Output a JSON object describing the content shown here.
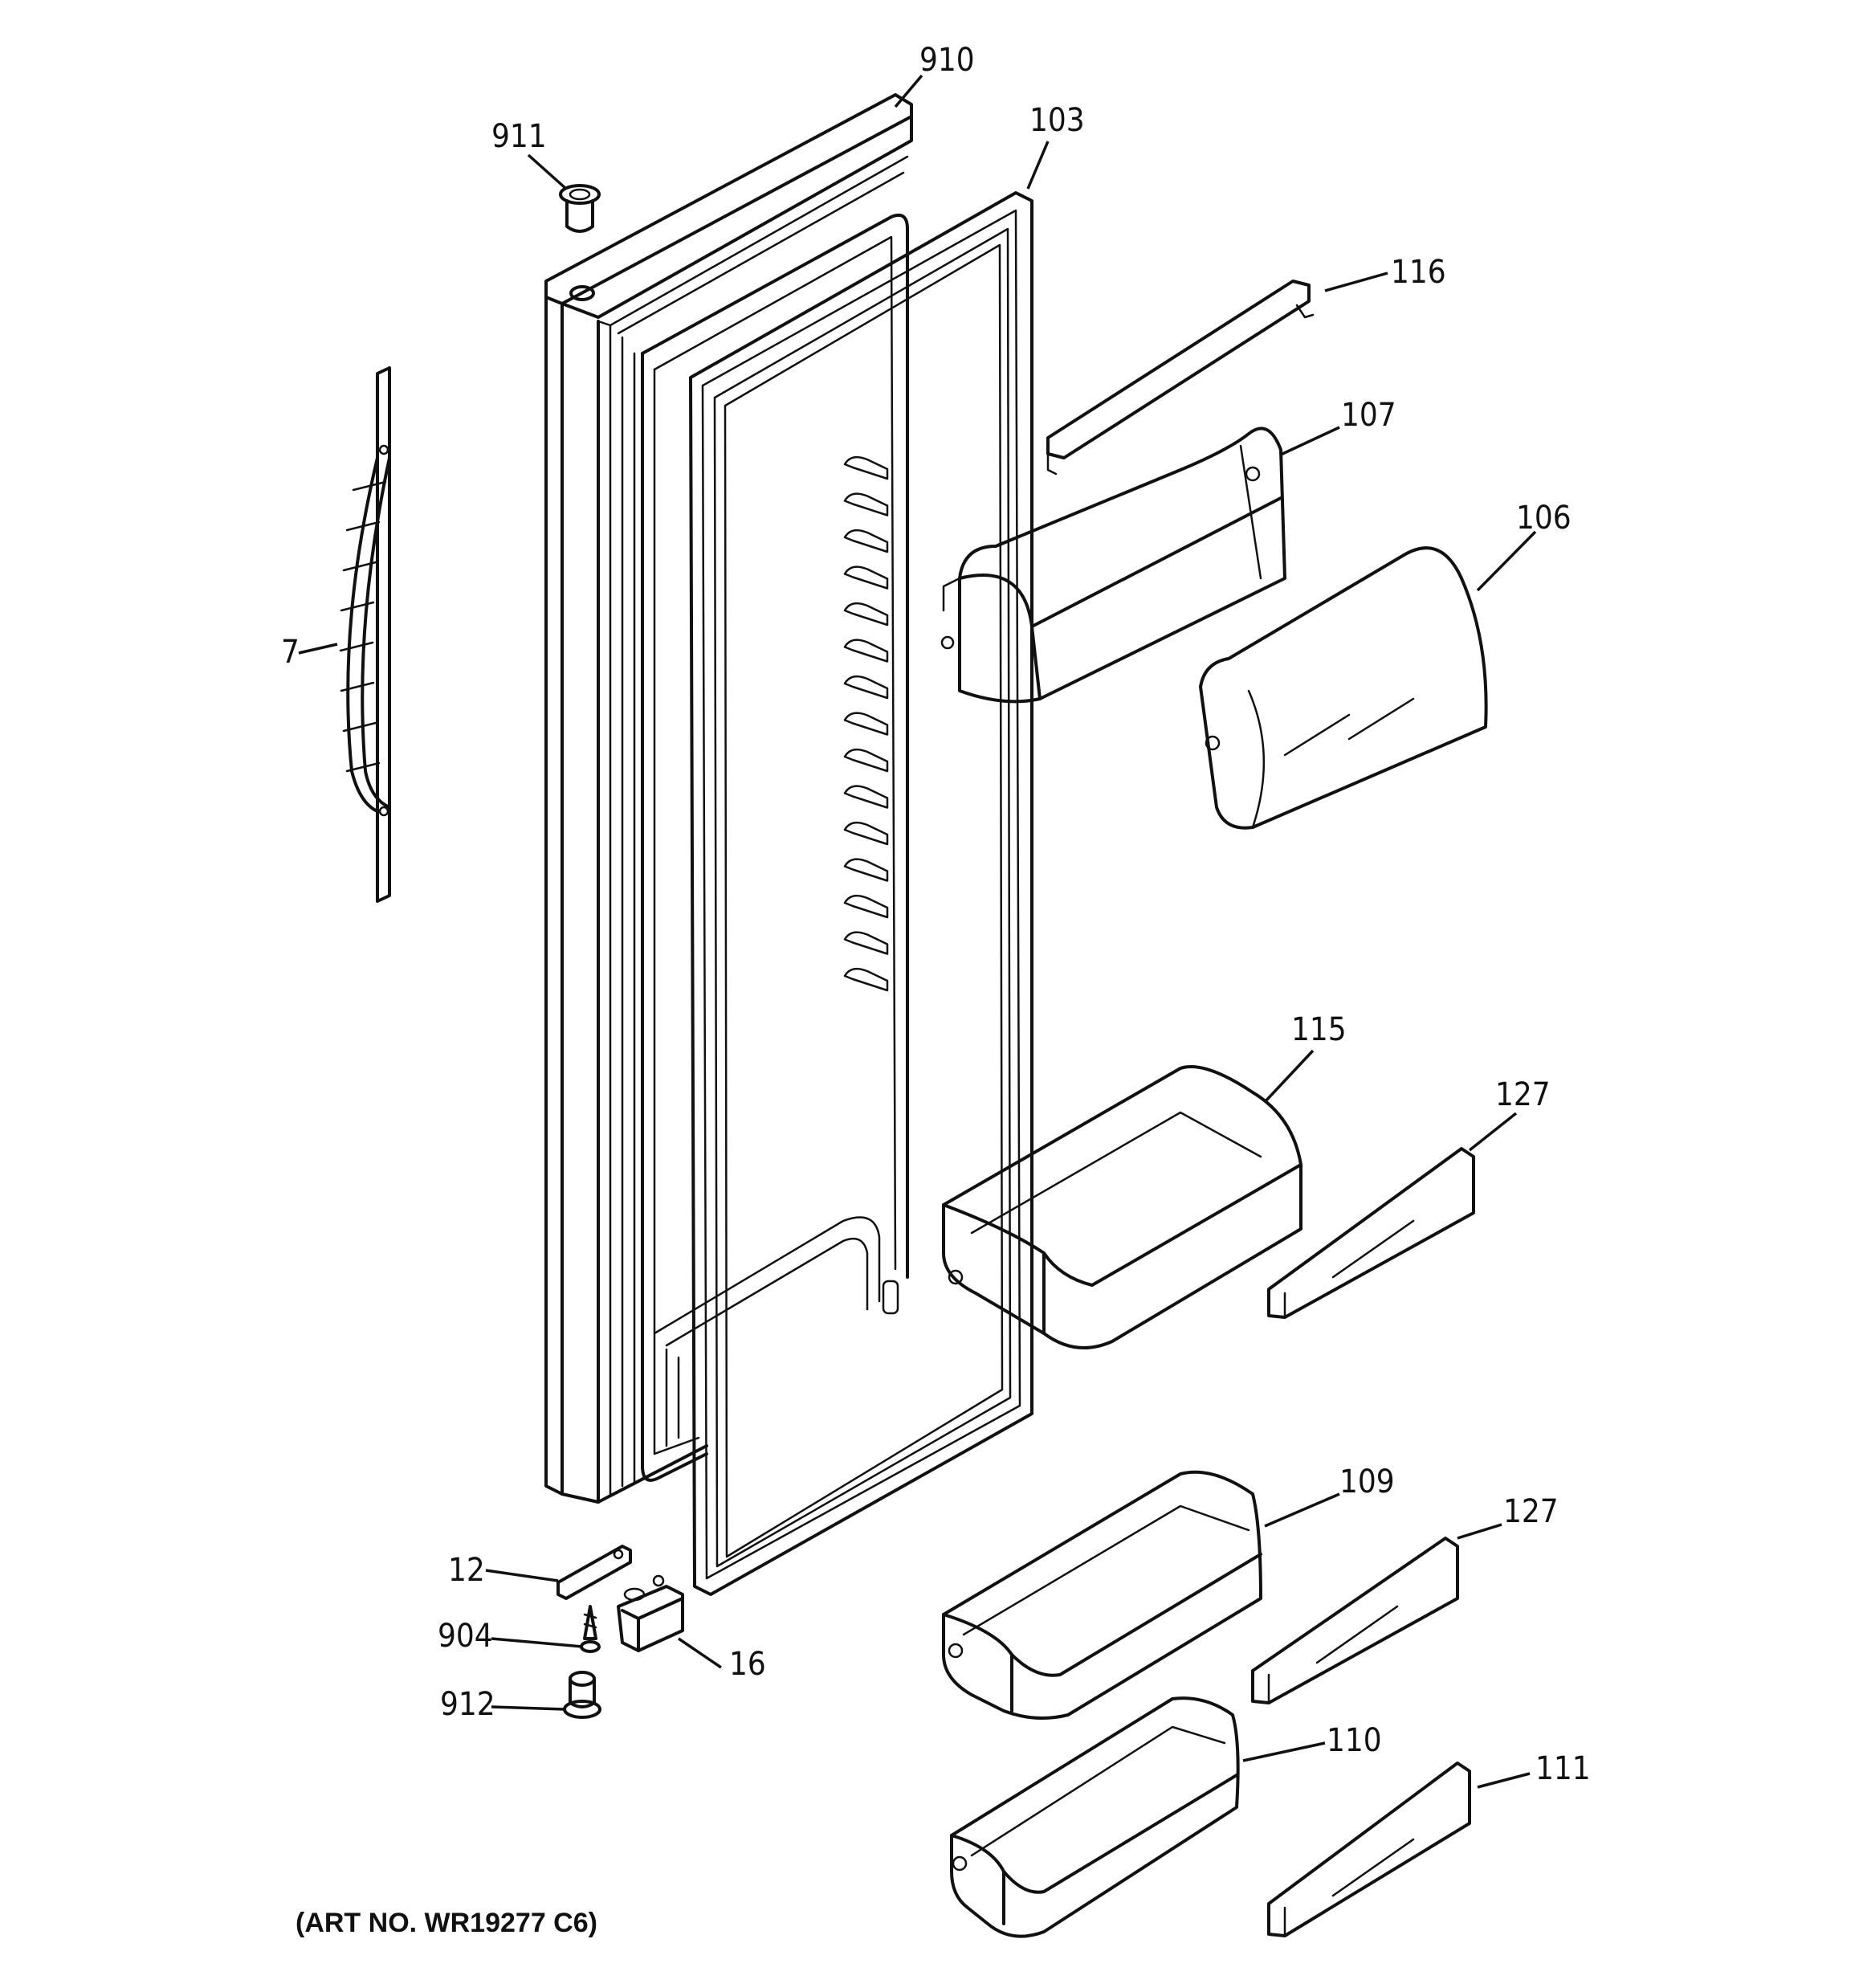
{
  "callouts": [
    {
      "id": "p910",
      "label": "910"
    },
    {
      "id": "p911",
      "label": "911"
    },
    {
      "id": "p103",
      "label": "103"
    },
    {
      "id": "p116",
      "label": "116"
    },
    {
      "id": "p107",
      "label": "107"
    },
    {
      "id": "p106",
      "label": "106"
    },
    {
      "id": "p7",
      "label": "7"
    },
    {
      "id": "p115",
      "label": "115"
    },
    {
      "id": "p127a",
      "label": "127"
    },
    {
      "id": "p109",
      "label": "109"
    },
    {
      "id": "p127b",
      "label": "127"
    },
    {
      "id": "p12",
      "label": "12"
    },
    {
      "id": "p904",
      "label": "904"
    },
    {
      "id": "p16",
      "label": "16"
    },
    {
      "id": "p912",
      "label": "912"
    },
    {
      "id": "p110",
      "label": "110"
    },
    {
      "id": "p111",
      "label": "111"
    }
  ],
  "art_number": "(ART NO. WR19277 C6)"
}
